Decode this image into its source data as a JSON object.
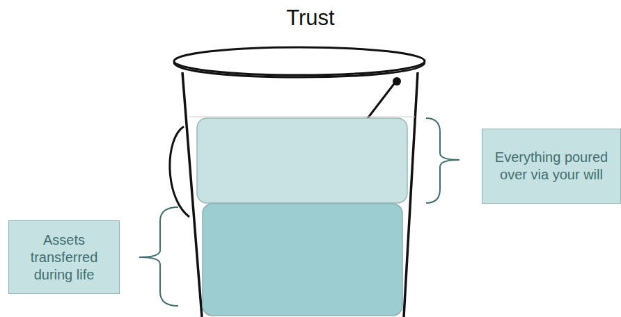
{
  "diagram": {
    "title": "Trust",
    "nodes": [
      {
        "text": [
          "Everything poured over via your will"
        ]
      },
      {
        "text": [
          "Assets transferred during life"
        ]
      }
    ]
  }
}
